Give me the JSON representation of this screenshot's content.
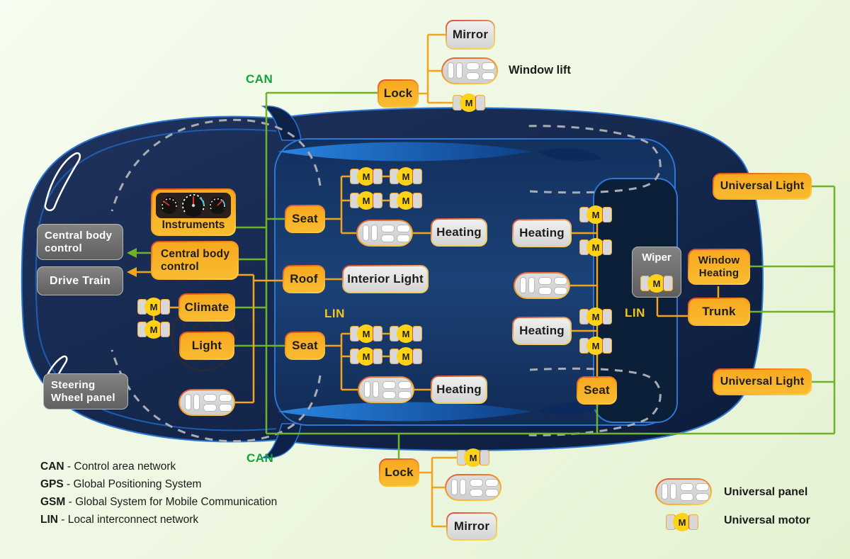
{
  "bus": {
    "can_top": "CAN",
    "can_bottom": "CAN",
    "lin_front": "LIN",
    "lin_rear": "LIN"
  },
  "nodes": {
    "lock_top": "Lock",
    "mirror_top": "Mirror",
    "window_lift": "Window lift",
    "instruments": "Instruments",
    "central_body_control_gray": "Central body control",
    "central_body_control_orange": "Central body control",
    "drive_train": "Drive Train",
    "climate": "Climate",
    "light": "Light",
    "steering_wheel_panel": "Steering Wheel panel",
    "seat_front": "Seat",
    "roof": "Roof",
    "interior_light": "Interior Light",
    "heating_front": "Heating",
    "seat_mid": "Seat",
    "heating_mid": "Heating",
    "heating_rear_top": "Heating",
    "heating_rear_bottom": "Heating",
    "wiper": "Wiper",
    "window_heating": "Window Heating",
    "trunk": "Trunk",
    "universal_light_top": "Universal Light",
    "universal_light_bottom": "Universal Light",
    "seat_rear": "Seat",
    "lock_bottom": "Lock",
    "mirror_bottom": "Mirror"
  },
  "legend": {
    "items": [
      {
        "abbr": "CAN",
        "desc": "- Control area network"
      },
      {
        "abbr": "GPS",
        "desc": "- Global Positioning System"
      },
      {
        "abbr": "GSM",
        "desc": "- Global System for Mobile Communication"
      },
      {
        "abbr": "LIN",
        "desc": "- Local interconnect network"
      }
    ]
  },
  "key": {
    "panel": "Universal panel",
    "motor": "Universal motor"
  },
  "icons": {
    "motor_letter": "M"
  },
  "colors": {
    "can_text": "#12a13b",
    "can_line": "#6fb327",
    "lin_text": "#f6c51c",
    "lin_line": "#f2a41b",
    "orange_node": "#f7ab20",
    "motor_yellow": "#ffd21a",
    "car_body": "#16294e",
    "car_outline": "#2c77d4",
    "background": "#eef7e4"
  }
}
